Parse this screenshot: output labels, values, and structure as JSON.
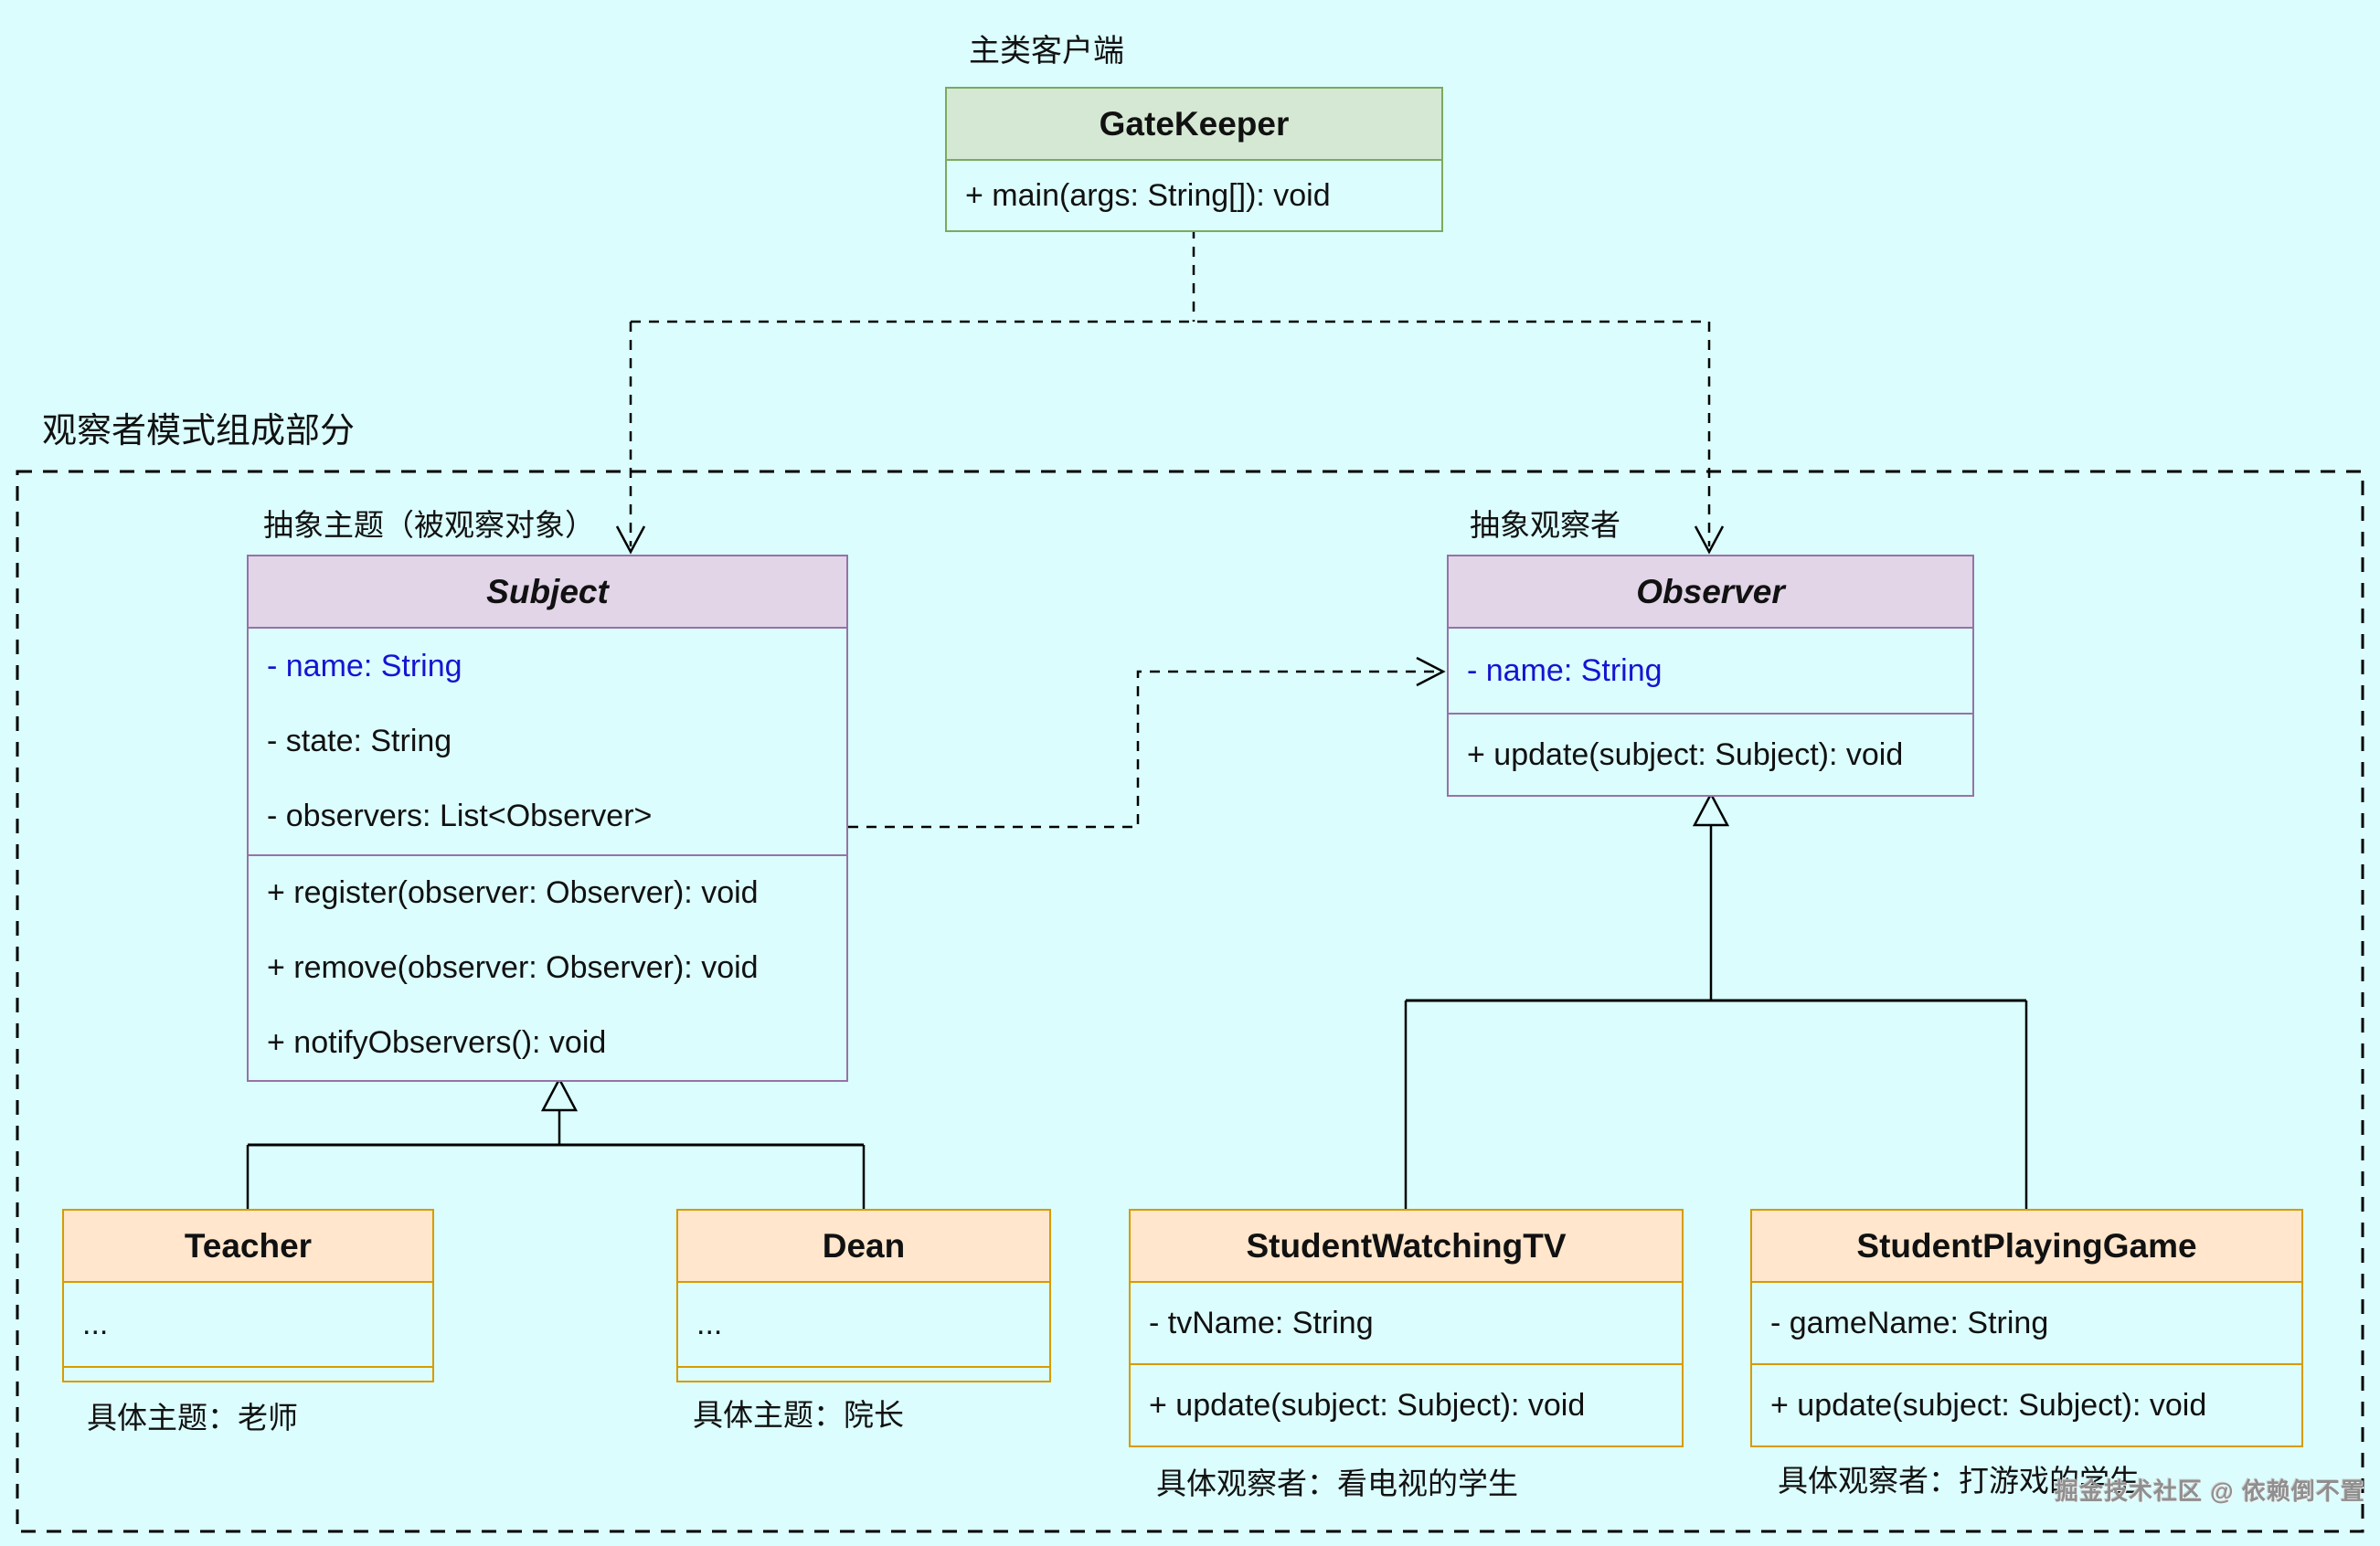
{
  "labels": {
    "main_client": "主类客户端",
    "pattern_container": "观察者模式组成部分",
    "abstract_subject": "抽象主题（被观察对象）",
    "abstract_observer": "抽象观察者",
    "concrete_teacher": "具体主题：老师",
    "concrete_dean": "具体主题：院长",
    "concrete_watching_tv": "具体观察者：看电视的学生",
    "concrete_playing_game": "具体观察者：打游戏的学生"
  },
  "watermark": "掘金技术社区 @ 依赖倒不置",
  "classes": {
    "gatekeeper": {
      "title": "GateKeeper",
      "methods": [
        {
          "text": "+ main(args: String[]): void"
        }
      ]
    },
    "subject": {
      "title": "Subject",
      "abstract": true,
      "attributes": [
        {
          "text": "- name: String",
          "color": "#1414d2"
        },
        {
          "text": "- state: String"
        },
        {
          "text": "- observers: List<Observer>"
        }
      ],
      "methods": [
        {
          "text": "+ register(observer: Observer): void"
        },
        {
          "text": "+ remove(observer: Observer): void"
        },
        {
          "text": "+ notifyObservers(): void"
        }
      ]
    },
    "observer": {
      "title": "Observer",
      "abstract": true,
      "attributes": [
        {
          "text": "- name: String",
          "color": "#1414d2"
        }
      ],
      "methods": [
        {
          "text": "+ update(subject: Subject): void"
        }
      ]
    },
    "teacher": {
      "title": "Teacher",
      "attributes": [
        {
          "text": "..."
        }
      ]
    },
    "dean": {
      "title": "Dean",
      "attributes": [
        {
          "text": "..."
        }
      ]
    },
    "student_watching_tv": {
      "title": "StudentWatchingTV",
      "attributes": [
        {
          "text": "- tvName: String"
        }
      ],
      "methods": [
        {
          "text": "+ update(subject: Subject): void"
        }
      ]
    },
    "student_playing_game": {
      "title": "StudentPlayingGame",
      "attributes": [
        {
          "text": "- gameName: String"
        }
      ],
      "methods": [
        {
          "text": "+ update(subject: Subject): void"
        }
      ]
    }
  },
  "colors": {
    "page_background": "#dbfdfd",
    "class_body_fill": "#dcfdfd",
    "green_fill": "#d5e8d4",
    "green_border": "#7ca95f",
    "purple_fill": "#e1d5e7",
    "purple_border": "#9673a6",
    "orange_fill": "#ffe6cc",
    "orange_border": "#d79b00",
    "attribute_blue": "#1414d2",
    "line": "#000000"
  }
}
